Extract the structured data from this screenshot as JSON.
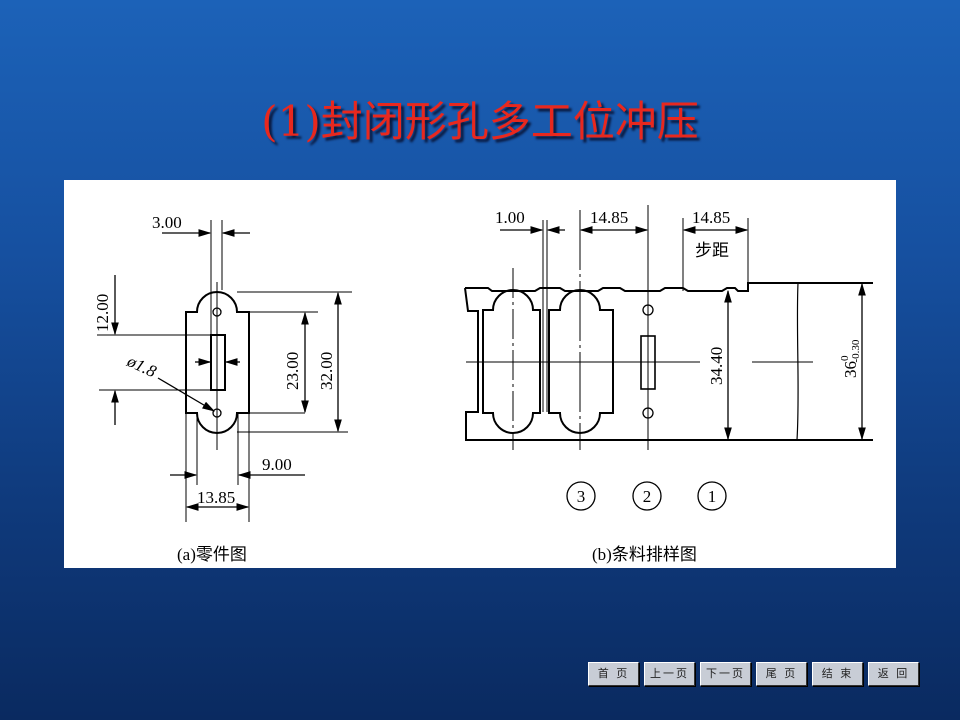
{
  "title": "(1)封闭形孔多工位冲压",
  "part_drawing": {
    "caption": "(a)零件图",
    "dims": {
      "d1": "3.00",
      "d2": "12.00",
      "d3": "23.00",
      "d4": "32.00",
      "d5": "9.00",
      "d6": "13.85",
      "hole": "ø1.8"
    }
  },
  "strip_drawing": {
    "caption": "(b)条料排样图",
    "dims": {
      "gap": "1.00",
      "pitch1": "14.85",
      "pitch2": "14.85",
      "pitch_label": "步距",
      "width_inner": "34.40",
      "width_outer": "36",
      "tol_upper": "0",
      "tol_lower": "-0.30"
    },
    "stations": [
      "3",
      "2",
      "1"
    ]
  },
  "nav": [
    "首 页",
    "上一页",
    "下一页",
    "尾 页",
    "结 束",
    "返 回"
  ]
}
